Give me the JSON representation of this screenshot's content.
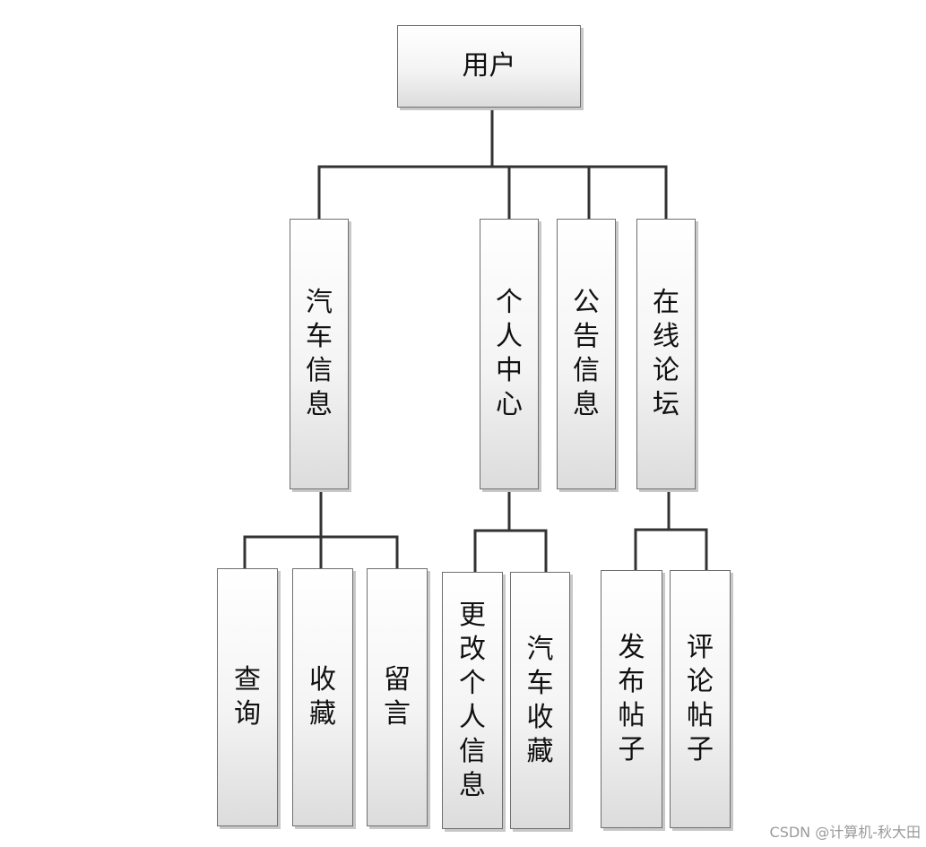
{
  "diagram": {
    "root": "用户",
    "level2": [
      {
        "id": "car_info",
        "label": "汽车信息",
        "children": [
          "查询",
          "收藏",
          "留言"
        ]
      },
      {
        "id": "personal_center",
        "label": "个人中心",
        "children": [
          "更改个人信息",
          "汽车收藏"
        ]
      },
      {
        "id": "notice_info",
        "label": "公告信息",
        "children": []
      },
      {
        "id": "online_forum",
        "label": "在线论坛",
        "children": [
          "发布帖子",
          "评论帖子"
        ]
      }
    ]
  },
  "watermark": "CSDN @计算机-秋大田",
  "colors": {
    "line": "#333333",
    "box_border": "#6f6f6f",
    "text": "#111111"
  }
}
